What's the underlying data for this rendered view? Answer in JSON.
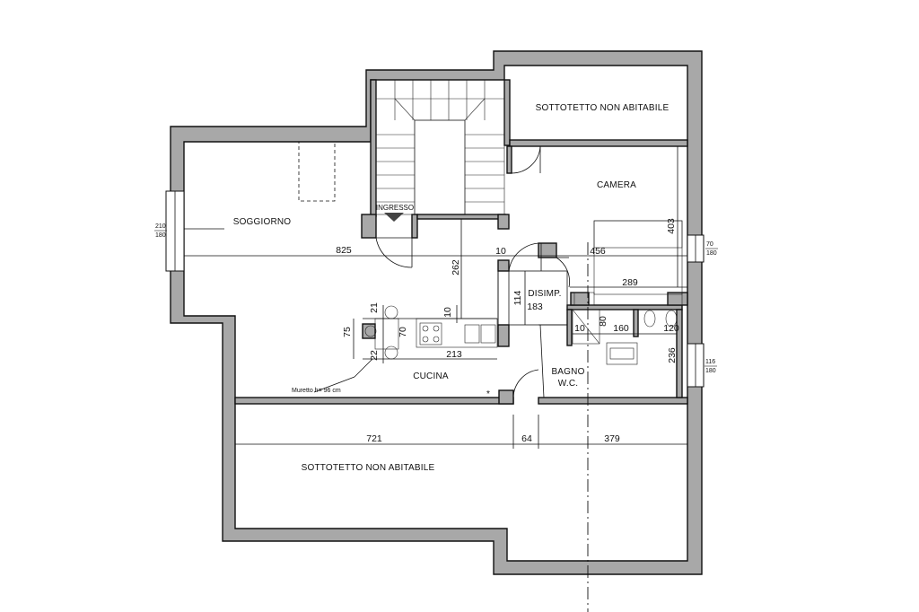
{
  "rooms": {
    "sottotetto_top": "SOTTOTETTO NON ABITABILE",
    "camera": "CAMERA",
    "soggiorno": "SOGGIORNO",
    "ingresso": "INGRESSO",
    "disimpegno": "DISIMP.",
    "cucina": "CUCINA",
    "bagno_line1": "BAGNO",
    "bagno_line2": "W.C.",
    "sottotetto_bottom": "SOTTOTETTO NON ABITABILE"
  },
  "notes": {
    "muretto": "Muretto  h= 96 cm",
    "asterisk": "*"
  },
  "windows": {
    "left_top": "210",
    "left_bottom": "180",
    "right1_top": "70",
    "right1_bottom": "180",
    "right2_top": "116",
    "right2_bottom": "180"
  },
  "dimensions": {
    "d825": "825",
    "d10a": "10",
    "d456": "456",
    "d403": "403",
    "d262": "262",
    "d289": "289",
    "d114": "114",
    "d183": "183",
    "d10b": "10",
    "d80": "80",
    "d160": "160",
    "d120": "120",
    "d10c": "10",
    "d21": "21",
    "d75": "75",
    "d70": "70",
    "d22": "22",
    "d213": "213",
    "d236": "236",
    "d721": "721",
    "d64": "64",
    "d379": "379"
  },
  "colors": {
    "wall_fill": "#a8a8a8",
    "line": "#111111",
    "background": "#ffffff"
  }
}
